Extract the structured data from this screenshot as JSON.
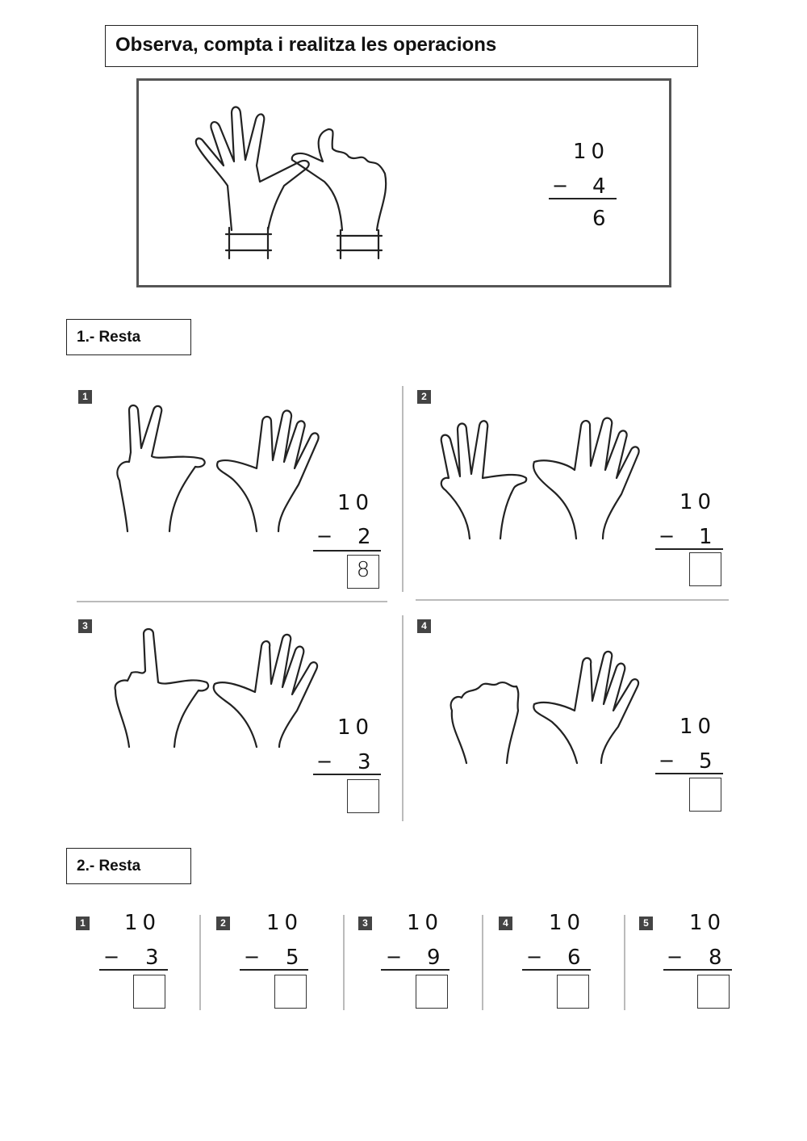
{
  "title": "Observa, compta i realitza les operacions",
  "example": {
    "top": "10",
    "sub": "4",
    "result": "6",
    "minus": "−"
  },
  "section1": {
    "label": "1.- Resta",
    "items": [
      {
        "badge": "1",
        "top": "10",
        "sub": "2",
        "answer": "8",
        "minus": "−"
      },
      {
        "badge": "2",
        "top": "10",
        "sub": "1",
        "answer": "",
        "minus": "−"
      },
      {
        "badge": "3",
        "top": "10",
        "sub": "3",
        "answer": "",
        "minus": "−"
      },
      {
        "badge": "4",
        "top": "10",
        "sub": "5",
        "answer": "",
        "minus": "−"
      }
    ]
  },
  "section2": {
    "label": "2.- Resta",
    "items": [
      {
        "badge": "1",
        "top": "10",
        "sub": "3",
        "answer": "",
        "minus": "−"
      },
      {
        "badge": "2",
        "top": "10",
        "sub": "5",
        "answer": "",
        "minus": "−"
      },
      {
        "badge": "3",
        "top": "10",
        "sub": "9",
        "answer": "",
        "minus": "−"
      },
      {
        "badge": "4",
        "top": "10",
        "sub": "6",
        "answer": "",
        "minus": "−"
      },
      {
        "badge": "5",
        "top": "10",
        "sub": "8",
        "answer": "",
        "minus": "−"
      }
    ]
  }
}
